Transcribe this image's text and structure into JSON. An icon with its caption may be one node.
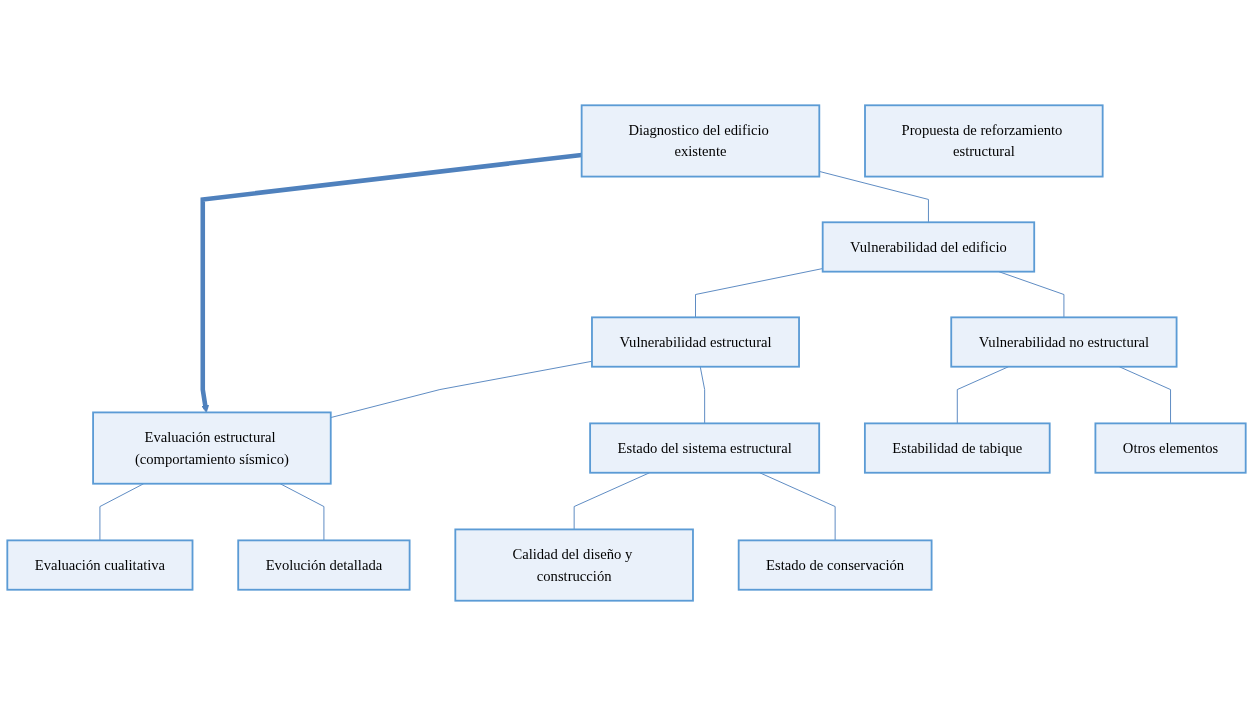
{
  "diagram": {
    "nodes": [
      {
        "text": [
          "Diagnostico del edificio existente"
        ]
      },
      {
        "text": [
          "Propuesta de reforzamiento estructural"
        ]
      },
      {
        "text": [
          "Vulnerabilidad del edificio"
        ]
      },
      {
        "text": [
          "Vulnerabilidad estructural"
        ]
      },
      {
        "text": [
          "Vulnerabilidad no estructural"
        ]
      },
      {
        "text": [
          "Evaluación estructural (comportamiento sísmico)"
        ]
      },
      {
        "text": [
          "Estado del sistema estructural"
        ]
      },
      {
        "text": [
          "Estabilidad de tabique"
        ]
      },
      {
        "text": [
          "Otros elementos"
        ]
      },
      {
        "text": [
          "Evaluación cualitativa"
        ]
      },
      {
        "text": [
          "Evolución detallada"
        ]
      },
      {
        "text": [
          "Calidad del diseño y construcción"
        ]
      },
      {
        "text": [
          "Estado de conservación"
        ]
      }
    ],
    "edges": [
      {
        "from": 0,
        "to": 5,
        "arrow": "to",
        "style": "thick",
        "color": "#4f81bd"
      },
      {
        "from": 0,
        "to": 2,
        "arrow": "none"
      },
      {
        "from": 2,
        "to": 3,
        "arrow": "none"
      },
      {
        "from": 2,
        "to": 4,
        "arrow": "none"
      },
      {
        "from": 3,
        "to": 5,
        "arrow": "none"
      },
      {
        "from": 3,
        "to": 6,
        "arrow": "none"
      },
      {
        "from": 4,
        "to": 7,
        "arrow": "none"
      },
      {
        "from": 4,
        "to": 8,
        "arrow": "none"
      },
      {
        "from": 5,
        "to": 9,
        "arrow": "none"
      },
      {
        "from": 5,
        "to": 10,
        "arrow": "none"
      },
      {
        "from": 6,
        "to": 11,
        "arrow": "none"
      },
      {
        "from": 6,
        "to": 12,
        "arrow": "none"
      }
    ]
  }
}
